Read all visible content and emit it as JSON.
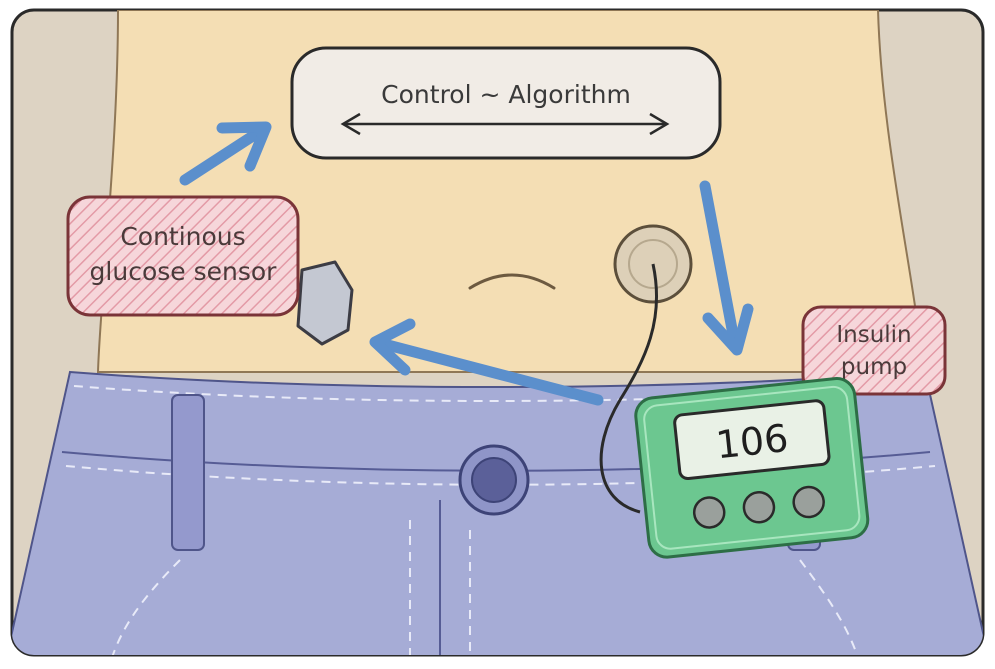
{
  "labels": {
    "control": "Control ~ Algorithm",
    "sensor_line1": "Continous",
    "sensor_line2": "glucose sensor",
    "pump_line1": "Insulin",
    "pump_line2": "pump",
    "pump_display": "106"
  },
  "colors": {
    "skin": "#f4deb4",
    "background": "#ddd3c3",
    "jeans": "#a6acd6",
    "arrow": "#5b8fcc",
    "pump_body": "#6cc790",
    "label_fill": "#f6d6da",
    "label_stroke": "#7a3438"
  },
  "icons": [
    "sensor-icon",
    "infusion-site-icon",
    "insulin-pump-icon",
    "jeans-button-icon",
    "navel-icon"
  ]
}
